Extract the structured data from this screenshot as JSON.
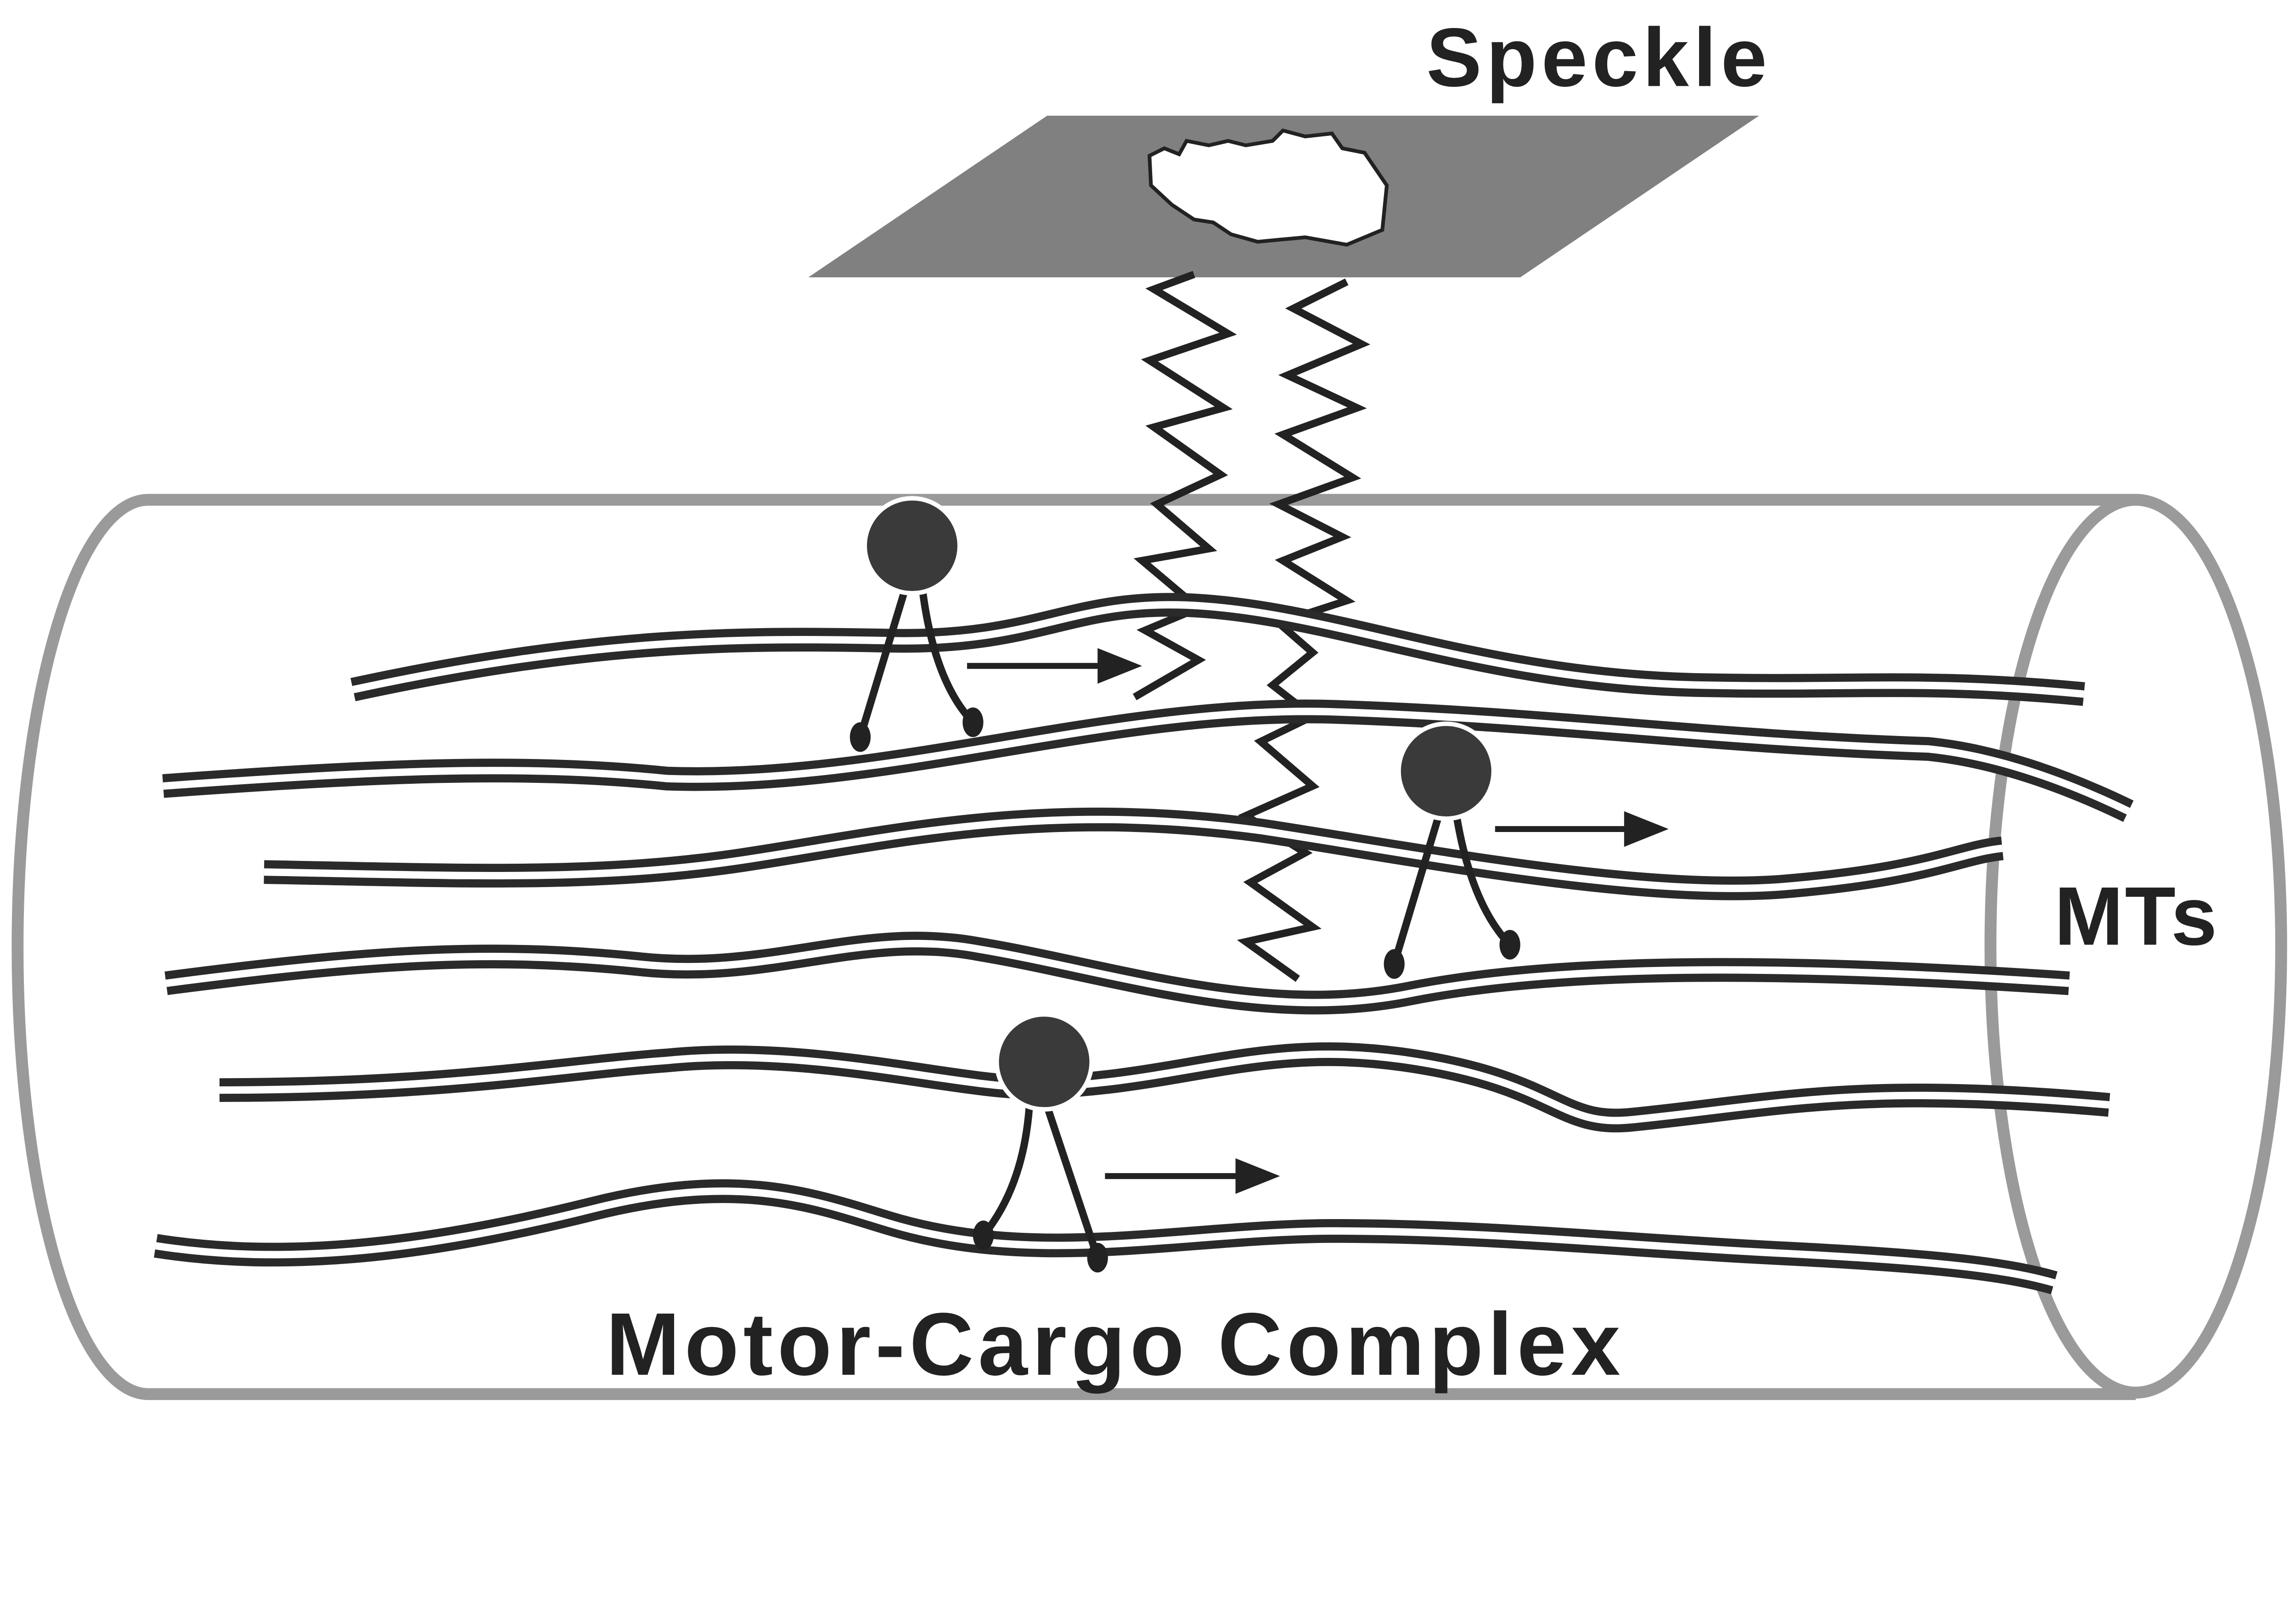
{
  "labels": {
    "speckle": "Speckle",
    "mts": "MTs",
    "motor_cargo": "Motor-Cargo Complex"
  },
  "colors": {
    "plane": "#808080",
    "cylinder": "#9a9a9a",
    "ink": "#2a2a2a"
  }
}
